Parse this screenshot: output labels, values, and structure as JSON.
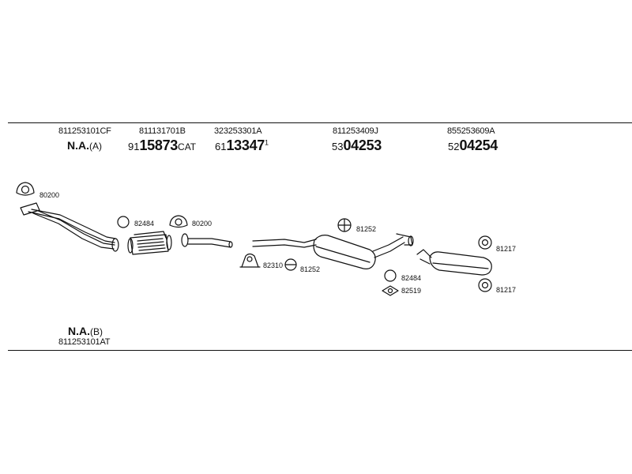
{
  "top_row": [
    {
      "oe": "811253101CF",
      "na_bold": "N.A.",
      "na_paren": "(A)"
    },
    {
      "oe": "811131701B",
      "prefix": "91",
      "main": "15873",
      "suffix": "CAT"
    },
    {
      "oe": "323253301A",
      "prefix": "61",
      "main": "13347",
      "sup": "1"
    },
    {
      "oe": "811253409J",
      "prefix": "53",
      "main": "04253"
    },
    {
      "oe": "855253609A",
      "prefix": "52",
      "main": "04254"
    }
  ],
  "bottom": {
    "na_bold": "N.A.",
    "na_paren": "(B)",
    "oe": "811253101AT"
  },
  "labels": {
    "gasket_front": "80200",
    "gasket_cat_left": "82484",
    "gasket_mid": "80200",
    "clamp_mid": "82310",
    "hanger_mid": "81252",
    "hanger_top": "81252",
    "gasket_right": "82484",
    "gasket_right_2": "82519",
    "ring_top": "81217",
    "ring_bottom": "81217"
  }
}
